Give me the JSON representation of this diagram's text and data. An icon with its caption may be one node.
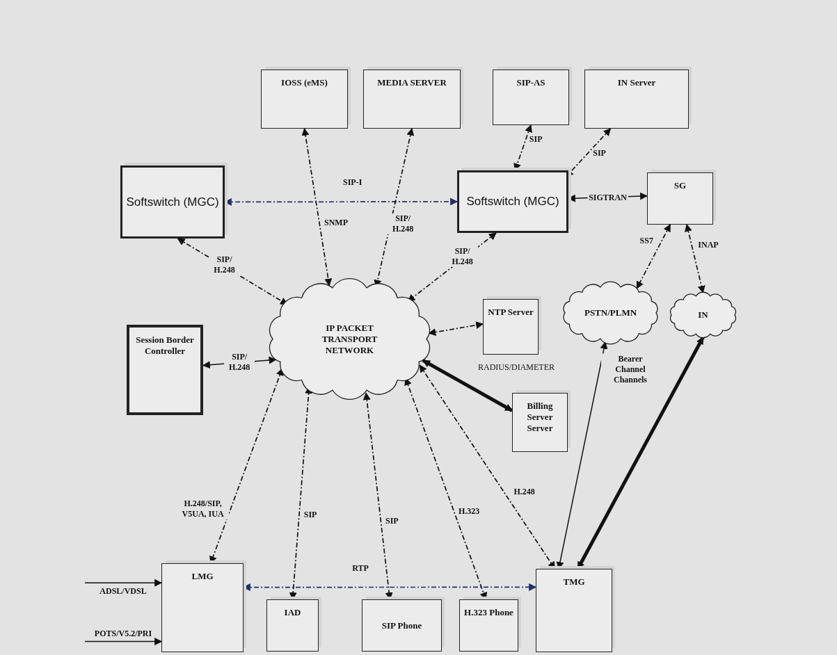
{
  "diagram": {
    "nodes": [
      {
        "text": [
          "IOSS (eMS)"
        ]
      },
      {
        "text": [
          "MEDIA SERVER"
        ]
      },
      {
        "text": [
          "SIP-AS"
        ]
      },
      {
        "text": [
          "IN Server"
        ]
      },
      {
        "text": [
          "Softswitch (MGC)"
        ]
      },
      {
        "text": [
          "Softswitch (MGC)"
        ]
      },
      {
        "text": [
          "SG"
        ]
      },
      {
        "text": [
          "Session Border Controller"
        ]
      },
      {
        "text": [
          "IP PACKET TRANSPORT NETWORK"
        ]
      },
      {
        "text": [
          "NTP Server"
        ]
      },
      {
        "text": [
          "PSTN/PLMN"
        ]
      },
      {
        "text": [
          "IN"
        ]
      },
      {
        "text": [
          "Billing Server Server"
        ]
      },
      {
        "text": [
          "LMG"
        ]
      },
      {
        "text": [
          "IAD"
        ]
      },
      {
        "text": [
          "SIP Phone"
        ]
      },
      {
        "text": [
          "H.323 Phone"
        ]
      },
      {
        "text": [
          "TMG"
        ]
      }
    ],
    "edges": [
      {
        "from": 4,
        "to": 5,
        "arrow": "both",
        "label": "SIP-I",
        "style": "dashed",
        "color": "#1f2f6b"
      },
      {
        "from": 0,
        "to": 8,
        "arrow": "both",
        "label": "SNMP",
        "style": "dashed"
      },
      {
        "from": 1,
        "to": 8,
        "arrow": "both",
        "label": "SIP/ H.248",
        "style": "dashed"
      },
      {
        "from": 2,
        "to": 5,
        "arrow": "both",
        "label": "SIP",
        "style": "dashed"
      },
      {
        "from": 3,
        "to": 5,
        "arrow": "both",
        "label": "SIP",
        "style": "dashed"
      },
      {
        "from": 5,
        "to": 6,
        "arrow": "both",
        "label": "SIGTRAN"
      },
      {
        "from": 4,
        "to": 8,
        "arrow": "both",
        "label": "SIP/ H.248",
        "style": "dashed"
      },
      {
        "from": 5,
        "to": 8,
        "arrow": "both",
        "label": "SIP/ H.248",
        "style": "dashed"
      },
      {
        "from": 6,
        "to": 10,
        "arrow": "both",
        "label": "SS7",
        "style": "dashed"
      },
      {
        "from": 6,
        "to": 11,
        "arrow": "both",
        "label": "INAP",
        "style": "dashed"
      },
      {
        "from": 7,
        "to": 8,
        "arrow": "both",
        "label": "SIP/ H.248"
      },
      {
        "from": 8,
        "to": 9,
        "arrow": "both",
        "style": "dashed"
      },
      {
        "from": 8,
        "to": 12,
        "arrow": "both",
        "style": "thick"
      },
      {
        "from": 17,
        "to": 10,
        "arrow": "both",
        "label": "Bearer Channel Channels"
      },
      {
        "from": 17,
        "to": 11,
        "arrow": "both",
        "style": "thick"
      },
      {
        "from": 8,
        "to": 13,
        "arrow": "both",
        "label": "H.248/SIP, V5UA, IUA",
        "style": "dashed"
      },
      {
        "from": 8,
        "to": 14,
        "arrow": "both",
        "label": "SIP",
        "style": "dashed"
      },
      {
        "from": 8,
        "to": 15,
        "arrow": "both",
        "label": "SIP",
        "style": "dashed"
      },
      {
        "from": 8,
        "to": 16,
        "arrow": "both",
        "label": "H.323",
        "style": "dashed"
      },
      {
        "from": 8,
        "to": 17,
        "arrow": "both",
        "label": "H.248",
        "style": "dashed"
      },
      {
        "from": 13,
        "to": 17,
        "arrow": "both",
        "label": "RTP",
        "style": "dashed",
        "color": "#1f2f6b"
      },
      {
        "from": null,
        "to": 13,
        "arrow": "to",
        "label": "ADSL/VDSL"
      },
      {
        "from": null,
        "to": 13,
        "arrow": "to",
        "label": "POTS/V5.2/PRI"
      }
    ],
    "labels": [
      "RADIUS/DIAMETER"
    ]
  }
}
